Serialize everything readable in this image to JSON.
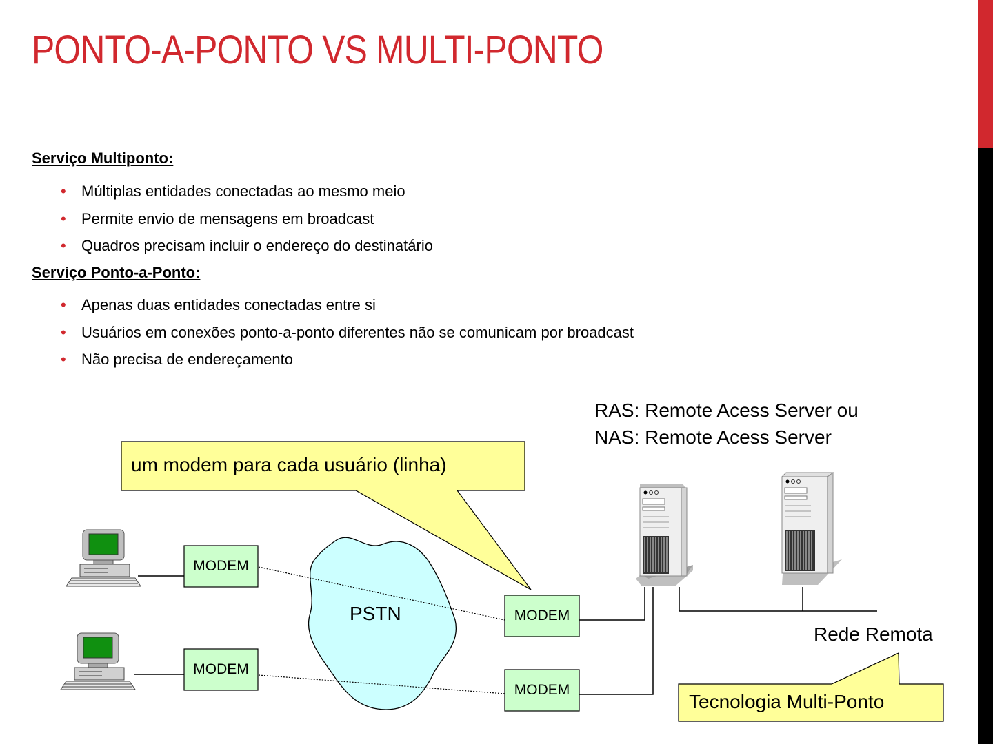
{
  "slide": {
    "title": "PONTO-A-PONTO VS MULTI-PONTO"
  },
  "multiponto": {
    "heading": "Serviço Multiponto: ",
    "bullets": [
      "Múltiplas entidades conectadas ao mesmo meio",
      "Permite envio de mensagens em broadcast",
      "Quadros precisam incluir o endereço do destinatário"
    ]
  },
  "pontoaponto": {
    "heading": "Serviço Ponto-a-Ponto:",
    "bullets": [
      "Apenas duas entidades conectadas entre si",
      "Usuários em conexões ponto-a-ponto diferentes não se comunicam por broadcast",
      "Não precisa de endereçamento"
    ]
  },
  "diagram": {
    "ras_line1": "RAS: Remote Acess Server ou",
    "ras_line2": "NAS: Remote Acess Server",
    "callout_modem": "um modem para cada usuário (linha)",
    "callout_multiponto": "Tecnologia Multi-Ponto",
    "modem_label": "MODEM",
    "pstn_label": "PSTN",
    "rede_label": "Rede Remota"
  },
  "colors": {
    "accent": "#d1282e",
    "callout_fill": "#ffff99",
    "modem_fill": "#ccffcc",
    "cloud_fill": "#ccffff",
    "monitor_screen": "#109010"
  }
}
